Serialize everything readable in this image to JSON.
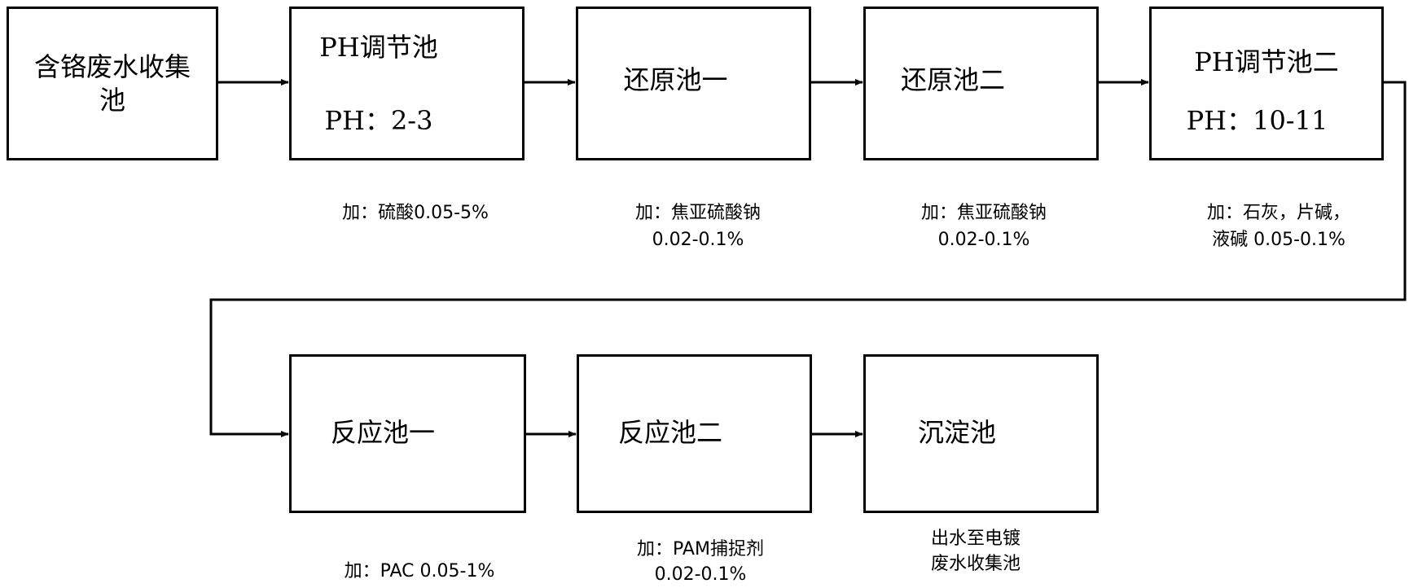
{
  "nodes": {
    "collect": {
      "lines": [
        "含铬废水收集",
        "池"
      ]
    },
    "ph1": {
      "title": "PH调节池",
      "sub": "PH：2-3"
    },
    "reduce1": {
      "title": "还原池一"
    },
    "reduce2": {
      "title": "还原池二"
    },
    "ph2": {
      "title": "PH调节池二",
      "sub": "PH：10-11"
    },
    "react1": {
      "title": "反应池一"
    },
    "react2": {
      "title": "反应池二"
    },
    "settle": {
      "title": "沉淀池"
    }
  },
  "notes": {
    "ph1": [
      "加：硫酸0.05-5%"
    ],
    "reduce1": [
      "加：焦亚硫酸钠",
      "0.02-0.1%"
    ],
    "reduce2": [
      "加：焦亚硫酸钠",
      "0.02-0.1%"
    ],
    "ph2": [
      "加：石灰，片碱，",
      "液碱 0.05-0.1%"
    ],
    "react1": [
      "加：PAC 0.05-1%"
    ],
    "react2": [
      "加：PAM捕捉剂",
      "0.02-0.1%"
    ],
    "settle": [
      "出水至电镀",
      "废水收集池"
    ]
  }
}
